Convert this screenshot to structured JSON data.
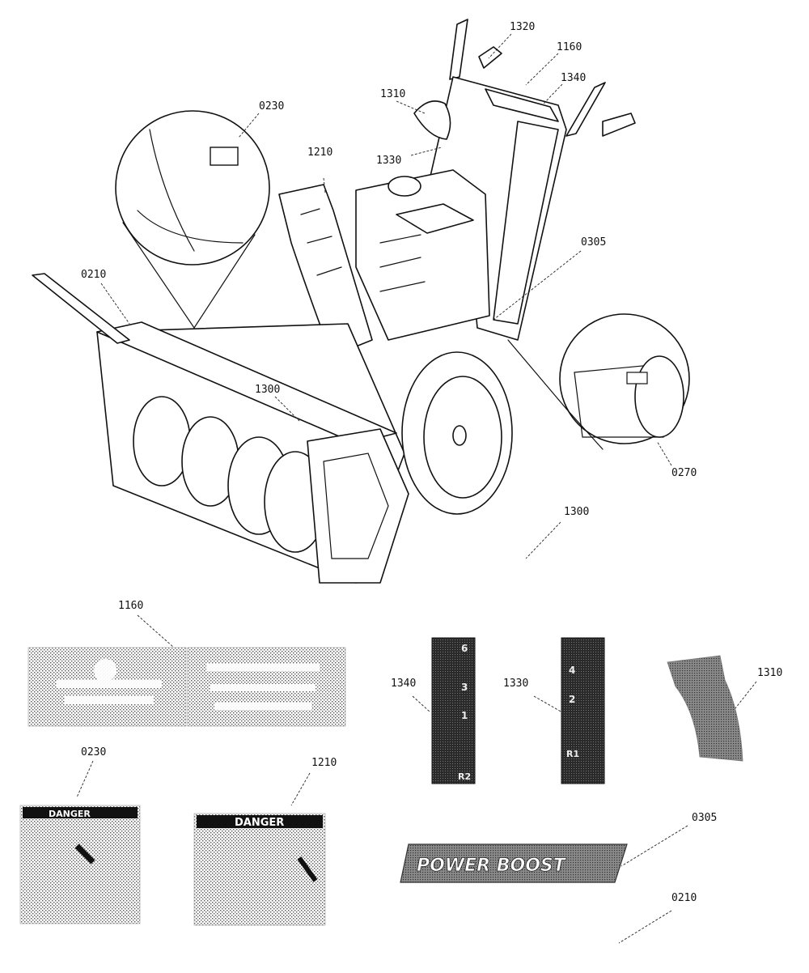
{
  "callouts": {
    "c1320": "1320",
    "c1160_top": "1160",
    "c1340_top": "1340",
    "c1310_top": "1310",
    "c0230_top": "0230",
    "c1210_top": "1210",
    "c1330_top": "1330",
    "c0305_top": "0305",
    "c0210_top": "0210",
    "c1300_mid": "1300",
    "c0270": "0270",
    "c1300_low": "1300",
    "c1160_low": "1160",
    "c1340_low": "1340",
    "c1330_low": "1330",
    "c1310_low": "1310",
    "c0230_low": "0230",
    "c1210_low": "1210",
    "c0305_low": "0305",
    "c0210_low": "0210"
  },
  "decals": {
    "danger_small": "DANGER",
    "danger_large": "DANGER",
    "power_boost": "POWER BOOST",
    "speed_1340": [
      "6",
      "3",
      "1",
      "R2"
    ],
    "speed_1330": [
      "4",
      "2",
      "R1"
    ]
  }
}
